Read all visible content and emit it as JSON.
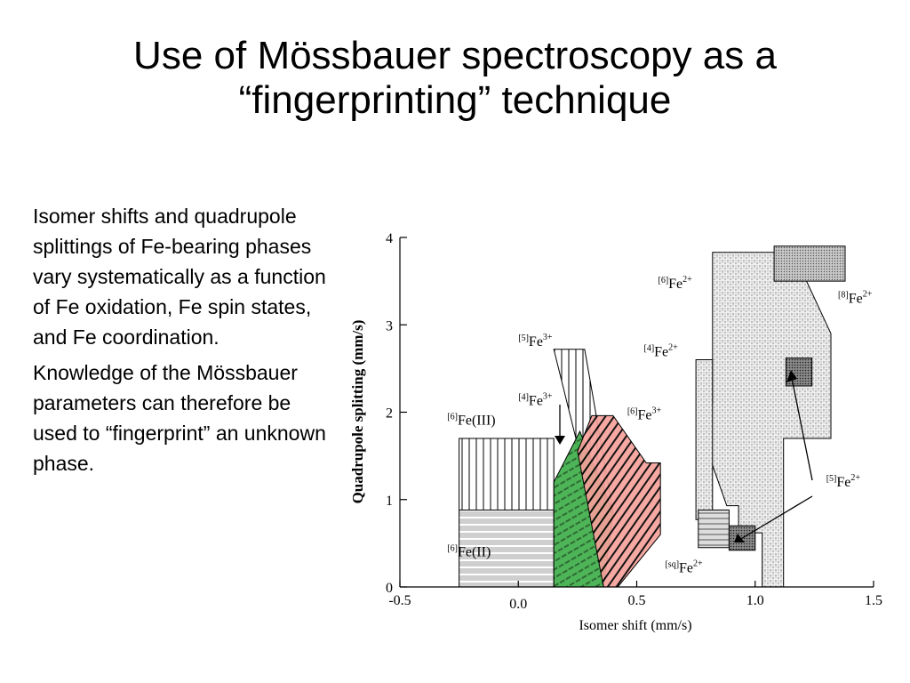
{
  "slide": {
    "title_lines": [
      "Use of Mössbauer spectroscopy as a",
      "“fingerprinting” technique"
    ],
    "bullets": [
      "Isomer shifts and quadrupole splittings of Fe-bearing phases vary systematically as a function of Fe oxidation, Fe spin states, and Fe coordination.",
      "Knowledge of the Mössbauer parameters can therefore be used to “fingerprint” an unknown phase."
    ]
  },
  "chart_data": {
    "type": "region-diagram",
    "xlabel": "Isomer shift   (mm/s)",
    "ylabel": "Quadrupole splitting   (mm/s)",
    "xlim": [
      -0.5,
      1.5
    ],
    "ylim": [
      0,
      4
    ],
    "x_ticks": [
      "-0.5",
      "0.0",
      "0.5",
      "1.0",
      "1.5"
    ],
    "y_ticks": [
      "0",
      "1",
      "2",
      "3",
      "4"
    ],
    "regions": [
      {
        "sup": "[6]",
        "label": "Fe(III)",
        "pattern": "vertical-lines",
        "polygon": [
          [
            -0.25,
            0.88
          ],
          [
            0.15,
            0.88
          ],
          [
            0.15,
            1.7
          ],
          [
            -0.25,
            1.7
          ]
        ]
      },
      {
        "sup": "[6]",
        "label": "Fe(II)",
        "pattern": "horizontal-lines",
        "fill": "#cfcfcf",
        "polygon": [
          [
            -0.25,
            0
          ],
          [
            0.15,
            0
          ],
          [
            0.15,
            0.88
          ],
          [
            -0.25,
            0.88
          ]
        ]
      },
      {
        "sup": "[5]",
        "label": "Fe",
        "sup2": "3+",
        "pattern": "vertical-lines",
        "polygon": [
          [
            0.15,
            2.72
          ],
          [
            0.28,
            2.72
          ],
          [
            0.4,
            0.86
          ],
          [
            0.32,
            0.86
          ]
        ]
      },
      {
        "sup": "[4]",
        "label": "Fe",
        "sup2": "3+",
        "pattern": "diagonal-hatch",
        "fill": "#3fae4a",
        "polygon": [
          [
            0.15,
            1.2
          ],
          [
            0.26,
            1.78
          ],
          [
            0.4,
            0.86
          ],
          [
            0.36,
            0.0
          ],
          [
            0.15,
            0.0
          ]
        ]
      },
      {
        "sup": "[6]",
        "label": "Fe",
        "sup2": "3+",
        "pattern": "diagonal-hatch",
        "fill": "#f5a19a",
        "polygon": [
          [
            0.25,
            1.55
          ],
          [
            0.31,
            1.96
          ],
          [
            0.4,
            1.96
          ],
          [
            0.54,
            1.42
          ],
          [
            0.6,
            1.42
          ],
          [
            0.6,
            0.6
          ],
          [
            0.42,
            0.0
          ],
          [
            0.36,
            0.0
          ]
        ]
      },
      {
        "sup": "[6]",
        "label": "Fe",
        "sup2": "2+",
        "pattern": "speckle",
        "fill": "#eeeeee",
        "polygon": [
          [
            0.82,
            3.83
          ],
          [
            1.14,
            3.83
          ],
          [
            1.2,
            3.6
          ],
          [
            1.32,
            2.9
          ],
          [
            1.32,
            1.7
          ],
          [
            1.12,
            1.7
          ],
          [
            1.12,
            0.0
          ],
          [
            1.03,
            0.0
          ],
          [
            1.03,
            0.62
          ],
          [
            0.93,
            0.62
          ],
          [
            0.93,
            0.93
          ],
          [
            0.88,
            0.93
          ],
          [
            0.78,
            1.7
          ],
          [
            0.78,
            2.1
          ],
          [
            0.82,
            2.1
          ]
        ]
      },
      {
        "sup": "[8]",
        "label": "Fe",
        "sup2": "2+",
        "pattern": "dense-dots",
        "fill": "#bdbdbd",
        "polygon": [
          [
            1.08,
            3.5
          ],
          [
            1.38,
            3.5
          ],
          [
            1.38,
            3.9
          ],
          [
            1.08,
            3.9
          ]
        ]
      },
      {
        "sup": "[4]",
        "label": "Fe",
        "sup2": "2+",
        "pattern": "speckle",
        "fill": "#eeeeee",
        "polygon": [
          [
            0.75,
            2.6
          ],
          [
            0.82,
            2.6
          ],
          [
            0.82,
            0.77
          ],
          [
            0.75,
            0.77
          ]
        ]
      },
      {
        "sup": "[5]",
        "label": "Fe",
        "sup2": "2+",
        "pattern": "dense-dots",
        "fill": "#8f8f8f",
        "polygon": [
          [
            1.13,
            2.3
          ],
          [
            1.24,
            2.3
          ],
          [
            1.24,
            2.62
          ],
          [
            1.13,
            2.62
          ]
        ]
      },
      {
        "sup": "[sq]",
        "label": "Fe",
        "sup2": "2+",
        "pattern": "horizontal-lines",
        "fill": "#dddddd",
        "polygon": [
          [
            0.76,
            0.45
          ],
          [
            0.89,
            0.45
          ],
          [
            0.89,
            0.88
          ],
          [
            0.76,
            0.88
          ]
        ]
      },
      {
        "sup": "[5]",
        "label": "Fe",
        "sup2": "2+",
        "pattern": "dense-dots",
        "fill": "#8f8f8f",
        "polygon": [
          [
            0.89,
            0.42
          ],
          [
            1.0,
            0.42
          ],
          [
            1.0,
            0.7
          ],
          [
            0.89,
            0.7
          ]
        ]
      }
    ],
    "labels": [
      {
        "sup": "[6]",
        "text": "Fe(III)",
        "x": -0.3,
        "y": 1.86
      },
      {
        "sup": "[6]",
        "text": "Fe(II)",
        "x": -0.3,
        "y": 0.35
      },
      {
        "sup": "[5]",
        "text": "Fe",
        "sup2": "3+",
        "x": 0.0,
        "y": 2.76
      },
      {
        "sup": "[4]",
        "text": "Fe",
        "sup2": "3+",
        "x": 0.0,
        "y": 2.08
      },
      {
        "sup": "[6]",
        "text": "Fe",
        "sup2": "3+",
        "x": 0.46,
        "y": 1.92
      },
      {
        "sup": "[4]",
        "text": "Fe",
        "sup2": "2+",
        "x": 0.53,
        "y": 2.64
      },
      {
        "sup": "[6]",
        "text": "Fe",
        "sup2": "2+",
        "x": 0.59,
        "y": 3.42
      },
      {
        "sup": "[8]",
        "text": "Fe",
        "sup2": "2+",
        "x": 1.35,
        "y": 3.25
      },
      {
        "sup": "[5]",
        "text": "Fe",
        "sup2": "2+",
        "x": 1.3,
        "y": 1.15
      },
      {
        "sup": "[sq]",
        "text": "Fe",
        "sup2": "2+",
        "x": 0.62,
        "y": 0.17
      }
    ]
  }
}
